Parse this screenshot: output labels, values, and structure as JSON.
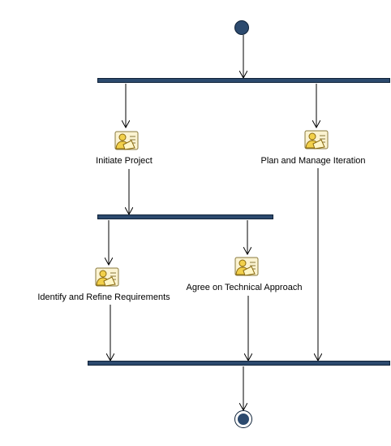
{
  "diagram": {
    "activities": {
      "initiate_project": "Initiate Project",
      "plan_and_manage_iteration": "Plan and Manage Iteration",
      "identify_and_refine_requirements": "Identify and Refine Requirements",
      "agree_on_technical_approach": "Agree on Technical Approach"
    }
  }
}
